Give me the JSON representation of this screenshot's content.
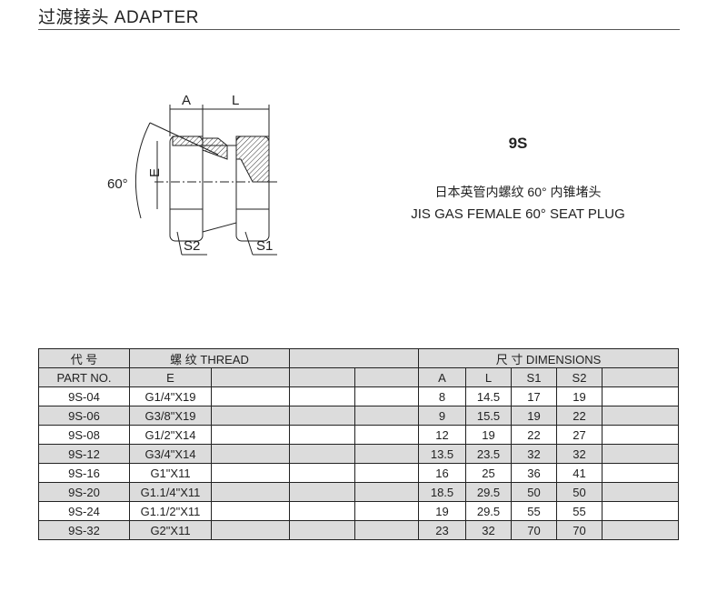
{
  "title": "过渡接头 ADAPTER",
  "drawing": {
    "angle": "60°",
    "labels": {
      "a": "A",
      "l": "L",
      "e": "E",
      "s1": "S1",
      "s2": "S2"
    }
  },
  "product": {
    "code": "9S",
    "name_cn": "日本英管内螺纹 60° 内锥堵头",
    "name_en": "JIS GAS FEMALE 60° SEAT PLUG"
  },
  "table": {
    "header1": {
      "part": "代 号",
      "thread": "螺 纹 THREAD",
      "dimensions": "尺 寸 DIMENSIONS"
    },
    "header2": {
      "part": "PART NO.",
      "e": "E",
      "a": "A",
      "l": "L",
      "s1": "S1",
      "s2": "S2"
    },
    "rows": [
      {
        "part": "9S-04",
        "e": "G1/4\"X19",
        "a": "8",
        "l": "14.5",
        "s1": "17",
        "s2": "19"
      },
      {
        "part": "9S-06",
        "e": "G3/8\"X19",
        "a": "9",
        "l": "15.5",
        "s1": "19",
        "s2": "22"
      },
      {
        "part": "9S-08",
        "e": "G1/2\"X14",
        "a": "12",
        "l": "19",
        "s1": "22",
        "s2": "27"
      },
      {
        "part": "9S-12",
        "e": "G3/4\"X14",
        "a": "13.5",
        "l": "23.5",
        "s1": "32",
        "s2": "32"
      },
      {
        "part": "9S-16",
        "e": "G1\"X11",
        "a": "16",
        "l": "25",
        "s1": "36",
        "s2": "41"
      },
      {
        "part": "9S-20",
        "e": "G1.1/4\"X11",
        "a": "18.5",
        "l": "29.5",
        "s1": "50",
        "s2": "50"
      },
      {
        "part": "9S-24",
        "e": "G1.1/2\"X11",
        "a": "19",
        "l": "29.5",
        "s1": "55",
        "s2": "55"
      },
      {
        "part": "9S-32",
        "e": "G2\"X11",
        "a": "23",
        "l": "32",
        "s1": "70",
        "s2": "70"
      }
    ]
  }
}
